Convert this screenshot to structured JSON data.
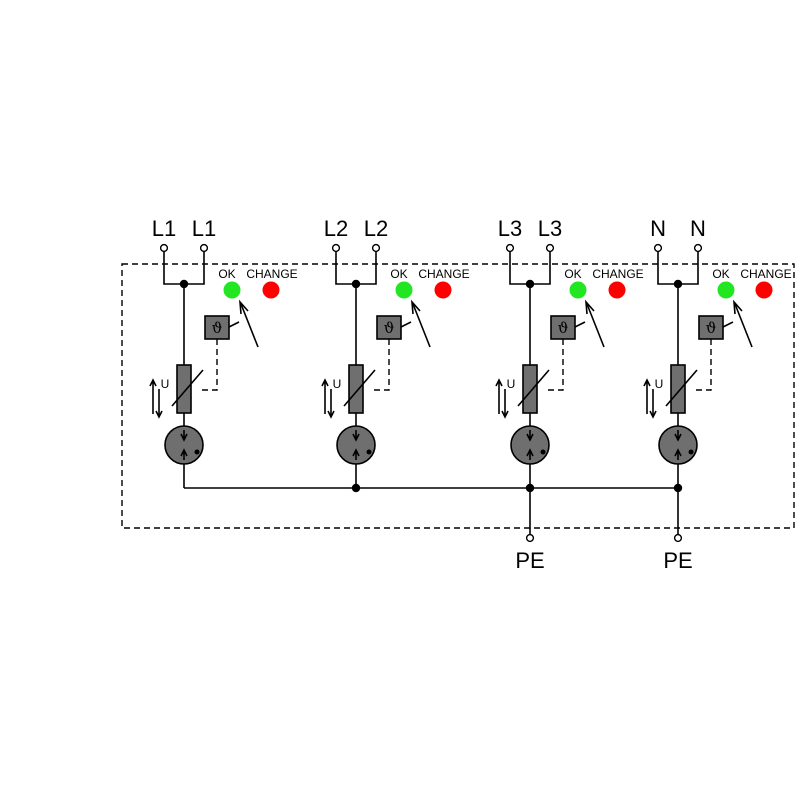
{
  "indicator_ok_label": "OK",
  "indicator_change_label": "CHANGE",
  "colors": {
    "ok": "#22e622",
    "change": "#ff0000",
    "component": "#6f6f6f"
  },
  "varistor_symbol_label": "U",
  "thermal_symbol": "ϑ",
  "channels": [
    {
      "terminal_left": "L1",
      "terminal_right": "L1"
    },
    {
      "terminal_left": "L2",
      "terminal_right": "L2"
    },
    {
      "terminal_left": "L3",
      "terminal_right": "L3"
    },
    {
      "terminal_left": "N",
      "terminal_right": "N"
    }
  ],
  "pe_terminals": [
    "PE",
    "PE"
  ]
}
